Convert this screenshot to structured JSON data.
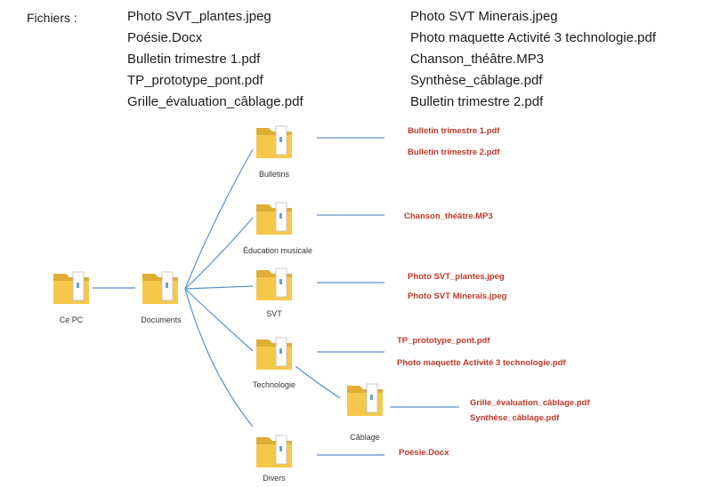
{
  "header": {
    "label": "Fichiers :"
  },
  "files_col1": [
    "Photo SVT_plantes.jpeg",
    "Poésie.Docx",
    "Bulletin trimestre 1.pdf",
    "TP_prototype_pont.pdf",
    "Grille_évaluation_câblage.pdf"
  ],
  "files_col2": [
    "Photo SVT Minerais.jpeg",
    "Photo maquette Activité 3 technologie.pdf",
    "Chanson_théâtre.MP3",
    "Synthèse_câblage.pdf",
    "Bulletin trimestre 2.pdf"
  ],
  "folders": {
    "ce_pc": "Ce PC",
    "documents": "Documents",
    "bulletins": "Bulletins",
    "education_musicale": "Éducation musicale",
    "svt": "SVT",
    "technologie": "Technologie",
    "cablage": "Câblage",
    "divers": "Divers"
  },
  "placed": {
    "bulletins": [
      "Bulletin trimestre 1.pdf",
      "Bulletin trimestre 2.pdf"
    ],
    "education_musicale": [
      "Chanson_théâtre.MP3"
    ],
    "svt": [
      "Photo SVT_plantes.jpeg",
      "Photo SVT Minerais.jpeg"
    ],
    "technologie": [
      "TP_prototype_pont.pdf",
      "Photo maquette Activité 3 technologie.pdf"
    ],
    "cablage": [
      "Grille_évaluation_câblage.pdf",
      "Synthèse_câblage.pdf"
    ],
    "divers": [
      "Poésie.Docx"
    ]
  },
  "colors": {
    "placed_text": "#c0392b",
    "lines": "#5b8fc7",
    "folder": "#f5c84c"
  }
}
